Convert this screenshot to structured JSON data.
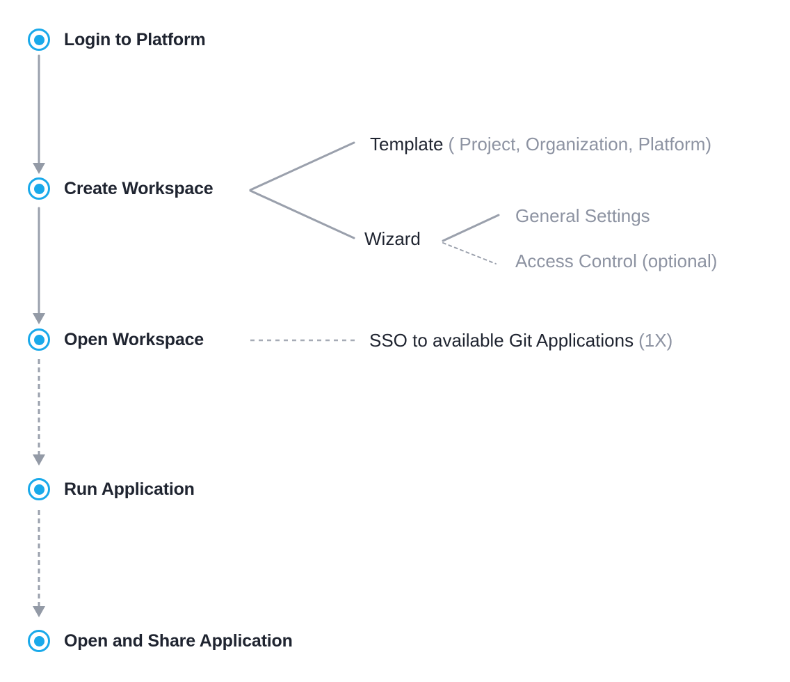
{
  "palette": {
    "accent_blue": "#19a9ea",
    "text_dark": "#1f2430",
    "text_gray": "#8d93a2",
    "line_gray": "#9aa0ac",
    "background": "#ffffff"
  },
  "diagram": {
    "steps": [
      {
        "label": "Login to Platform"
      },
      {
        "label": "Create Workspace"
      },
      {
        "label": "Open Workspace"
      },
      {
        "label": "Run Application"
      },
      {
        "label": "Open and Share Application"
      }
    ],
    "template_branch": {
      "label": "Template",
      "detail": "( Project, Organization, Platform)"
    },
    "wizard_branch": {
      "label": "Wizard",
      "children": [
        {
          "label": "General Settings"
        },
        {
          "label": "Access Control (optional)"
        }
      ]
    },
    "sso_annotation": {
      "label": "SSO to available Git Applications",
      "detail": "(1X)"
    }
  }
}
